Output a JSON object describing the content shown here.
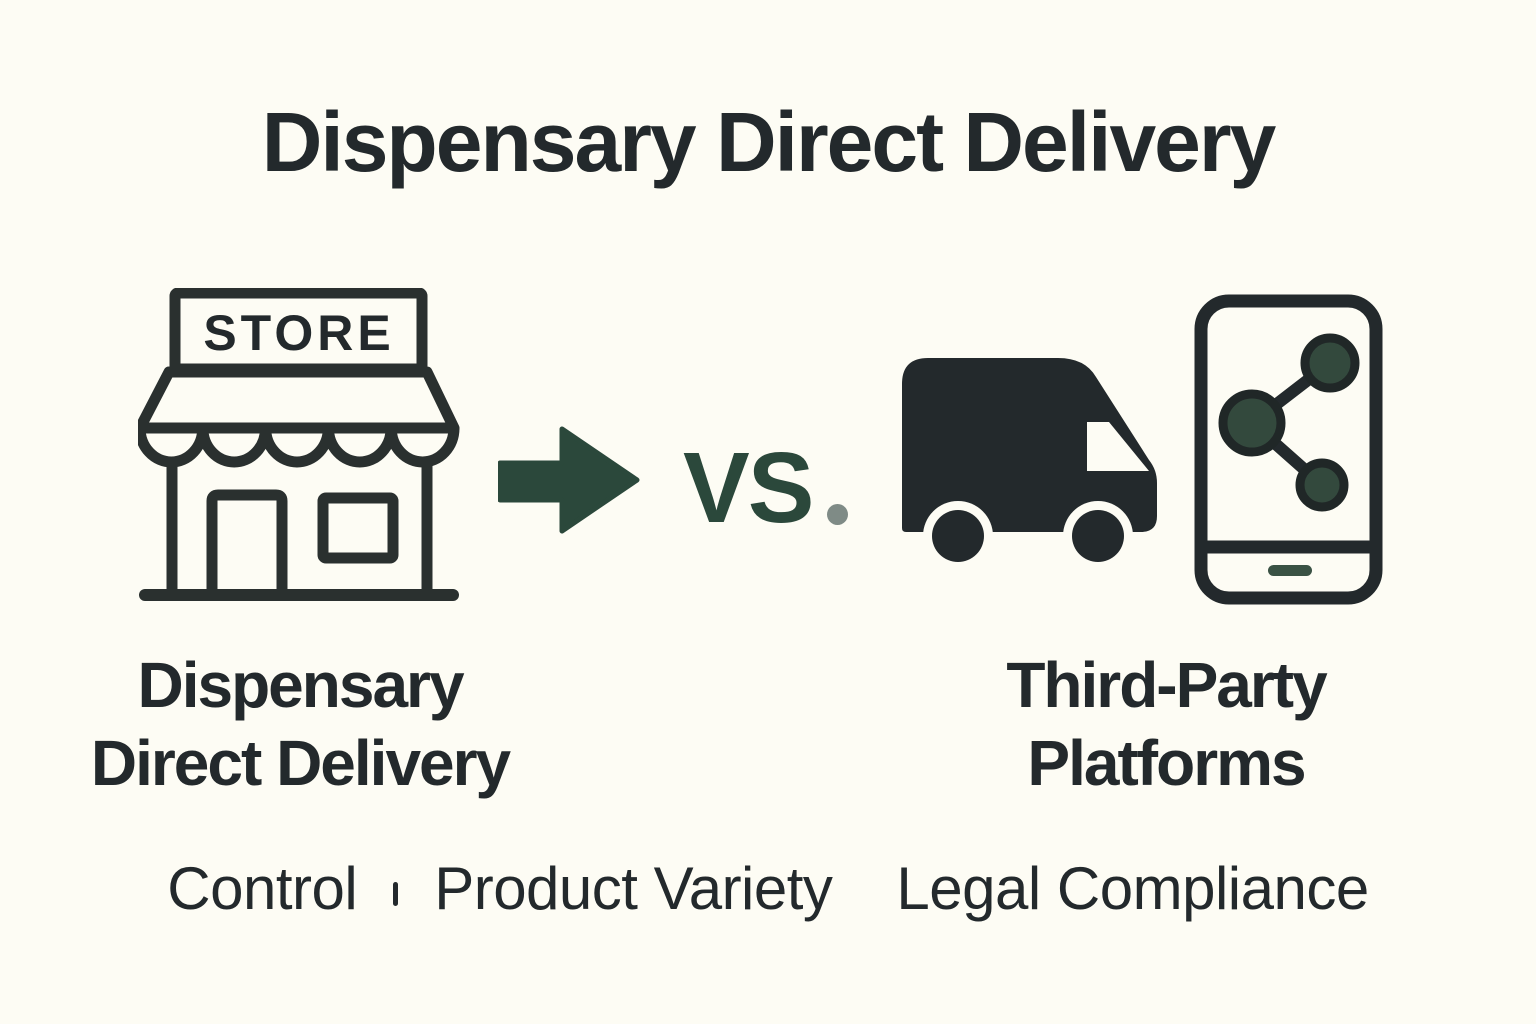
{
  "colors": {
    "background": "#fdfcf4",
    "ink": "#23292c",
    "green_arrow": "#2b483b",
    "green_circle_fill": "#33493d",
    "vs_dot_gray": "#7f8b86"
  },
  "title": "Dispensary Direct Delivery",
  "store_sign": "STORE",
  "comparison": {
    "vs_label": "VS",
    "left": {
      "icon": "storefront-icon",
      "label_line1": "Dispensary",
      "label_line2": "Direct Delivery"
    },
    "right": {
      "icons": [
        "delivery-truck-icon",
        "smartphone-share-icon"
      ],
      "label_line1": "Third-Party",
      "label_line2": "Platforms"
    }
  },
  "features": [
    "Control",
    "Product Variety",
    "Legal Compliance"
  ]
}
